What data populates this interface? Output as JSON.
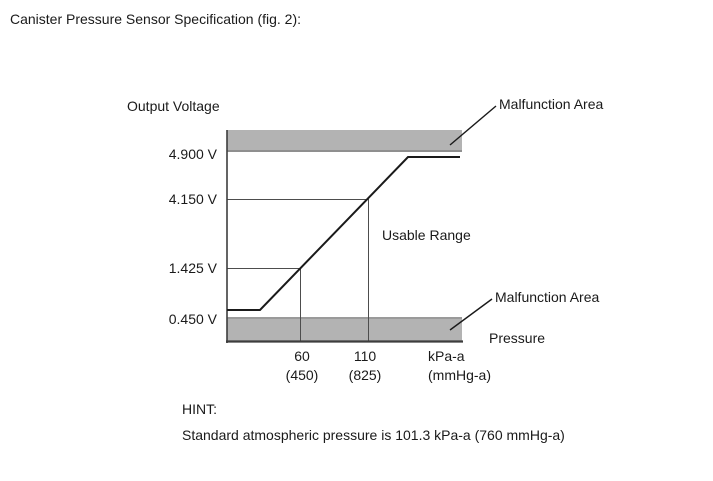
{
  "page": {
    "title": "Canister Pressure Sensor Specification (fig. 2):"
  },
  "chart": {
    "y_axis_title": "Output Voltage",
    "x_axis_title": "Pressure",
    "usable_range_label": "Usable Range",
    "malfunction_top_label": "Malfunction Area",
    "malfunction_bottom_label": "Malfunction Area",
    "y_ticks": [
      "4.900 V",
      "4.150 V",
      "1.425 V",
      "0.450 V"
    ],
    "x_ticks_row1": [
      "60",
      "110",
      "kPa-a"
    ],
    "x_ticks_row2": [
      "(450)",
      "(825)",
      "(mmHg-a)"
    ]
  },
  "hint": {
    "heading": "HINT:",
    "text": "Standard atmospheric pressure is 101.3 kPa-a (760 mmHg-a)"
  },
  "colors": {
    "malfunction_band_gray": "#b3b3b3",
    "band_edge_gray": "#8f8f8f",
    "curve_black": "#1a1a1a",
    "reference_line_gray": "#4d4d4d",
    "background": "#ffffff"
  },
  "chart_data": {
    "type": "line",
    "title": "Canister Pressure Sensor Specification (fig. 2)",
    "xlabel": "Pressure",
    "ylabel": "Output Voltage",
    "x_unit_primary": "kPa-a",
    "x_unit_secondary": "mmHg-a",
    "y_tick_values_v": [
      4.9,
      4.15,
      1.425,
      0.45
    ],
    "x_ticks": [
      {
        "kpa_a": 60,
        "mmhg_a": 450
      },
      {
        "kpa_a": 110,
        "mmhg_a": 825
      }
    ],
    "series": [
      {
        "name": "sensor-output-voltage",
        "shape": "saturating-linear",
        "linear_points": [
          {
            "pressure_kpa_a": 60,
            "voltage_v": 1.425
          },
          {
            "pressure_kpa_a": 110,
            "voltage_v": 4.15
          }
        ],
        "saturation_low_v": 0.45,
        "saturation_high_v": 4.9
      }
    ],
    "annotations": [
      {
        "text": "Malfunction Area",
        "region": "above 4.900 V"
      },
      {
        "text": "Usable Range",
        "region": "between 0.450 V and 4.900 V"
      },
      {
        "text": "Malfunction Area",
        "region": "below 0.450 V"
      }
    ],
    "legend": "none",
    "grid": "reference lines at tick intersections only",
    "note": "Standard atmospheric pressure is 101.3 kPa-a (760 mmHg-a)"
  }
}
